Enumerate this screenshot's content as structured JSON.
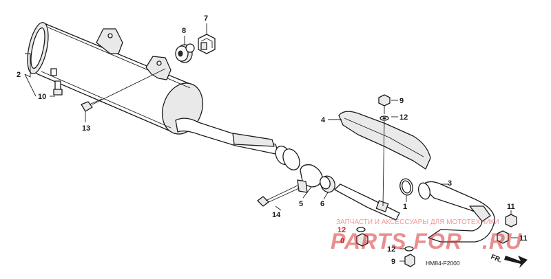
{
  "diagram": {
    "diagram_code": "HM84-F2000",
    "front_label": "FR.",
    "watermark": {
      "caption": "ЗАПЧАСТИ И АКСЕССУАРЫ ДЛЯ МОТОТЕХНИКИ",
      "brand": "PARTS FOR",
      "domain": ".RU"
    },
    "callouts": {
      "c1": "1",
      "c2": "2",
      "c3": "3",
      "c4": "4",
      "c5": "5",
      "c6": "6",
      "c7": "7",
      "c8": "8",
      "c9_top": "9",
      "c9_bottom": "9",
      "c10": "10",
      "c11_top": "11",
      "c11_bottom": "11",
      "c12_top": "12",
      "c12_bottom": "12",
      "c12_red": "12",
      "c13": "13",
      "c14": "14",
      "c0_red": "0"
    }
  }
}
